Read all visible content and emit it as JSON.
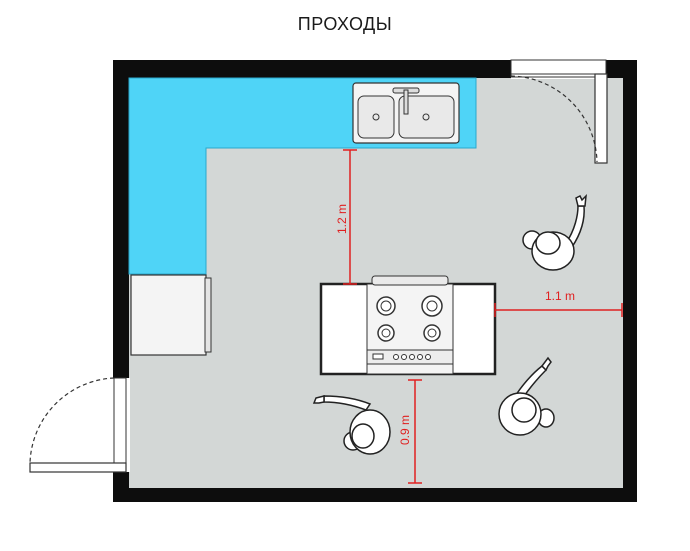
{
  "title": "ПРОХОДЫ",
  "dimensions": [
    {
      "id": "counter-to-island",
      "label": "1.2 m"
    },
    {
      "id": "island-to-wall",
      "label": "1.1 m"
    },
    {
      "id": "island-to-bottom-wall",
      "label": "0.9 m"
    }
  ],
  "colors": {
    "wall": "#0d0d0d",
    "floor": "#d3d7d6",
    "counter": "#4fd4f7",
    "dimension": "#e02020",
    "island": "#222222"
  }
}
